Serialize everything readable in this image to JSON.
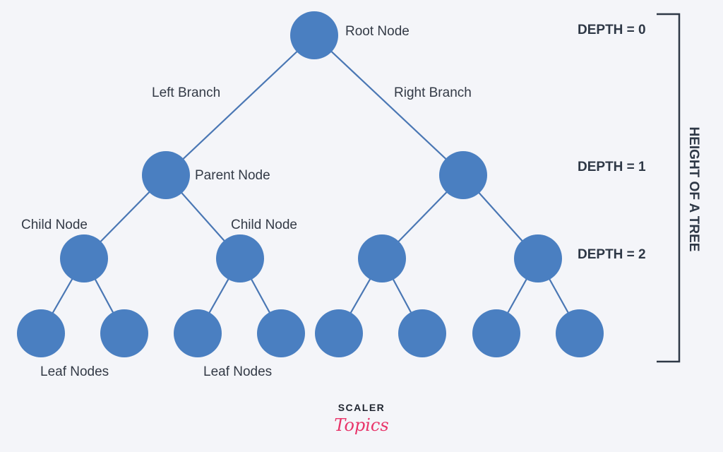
{
  "diagram": {
    "labels": {
      "root": "Root Node",
      "left_branch": "Left Branch",
      "right_branch": "Right Branch",
      "parent": "Parent Node",
      "child_left": "Child Node",
      "child_right": "Child Node",
      "leaf_left": "Leaf Nodes",
      "leaf_right": "Leaf Nodes"
    },
    "depths": [
      "DEPTH = 0",
      "DEPTH = 1",
      "DEPTH = 2"
    ],
    "height_label": "HEIGHT OF A TREE",
    "node_color": "#4a7fc1",
    "edge_color": "#4a77b4"
  },
  "brand": {
    "top": "SCALER",
    "bottom": "Topics",
    "accent": "#e8356a"
  }
}
